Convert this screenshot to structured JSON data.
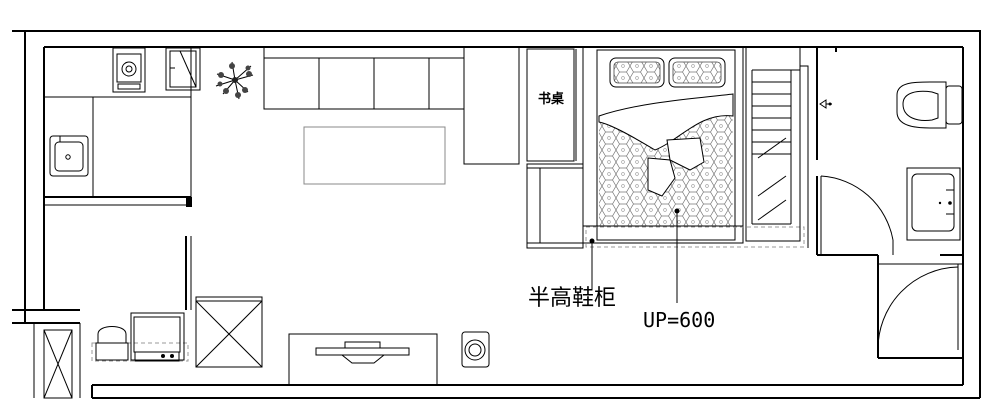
{
  "labels": {
    "desk": "书桌",
    "shoe_cabinet": "半高鞋柜",
    "bed_elevation": "UP=600"
  }
}
